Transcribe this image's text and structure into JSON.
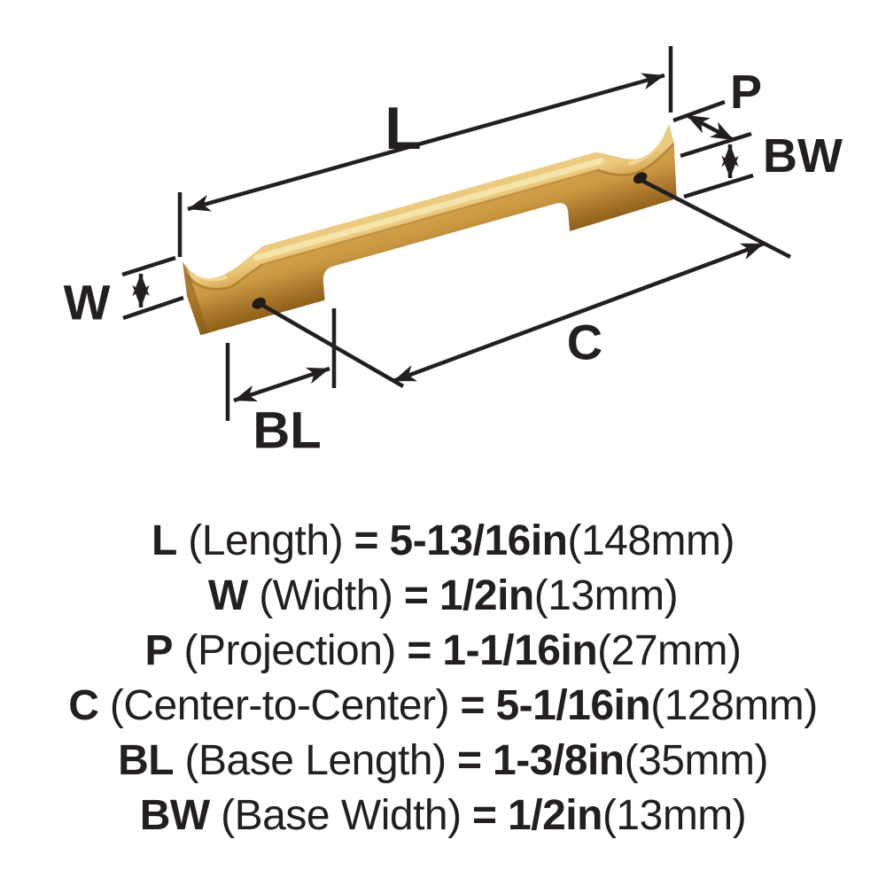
{
  "diagram": {
    "labels": {
      "length": "L",
      "projection": "P",
      "base_width": "BW",
      "width": "W",
      "center_to_center": "C",
      "base_length": "BL"
    }
  },
  "legend": {
    "rows": [
      {
        "code": "L",
        "name": "(Length)",
        "eq": "=",
        "inches": "5-13/16in",
        "mm": "(148mm)"
      },
      {
        "code": "W",
        "name": "(Width)",
        "eq": "=",
        "inches": "1/2in",
        "mm": "(13mm)"
      },
      {
        "code": "P",
        "name": "(Projection)",
        "eq": "=",
        "inches": "1-1/16in",
        "mm": "(27mm)"
      },
      {
        "code": "C",
        "name": "(Center-to-Center)",
        "eq": "=",
        "inches": "5-1/16in",
        "mm": "(128mm)"
      },
      {
        "code": "BL",
        "name": "(Base Length)",
        "eq": "=",
        "inches": "1-3/8in",
        "mm": "(35mm)"
      },
      {
        "code": "BW",
        "name": "(Base Width)",
        "eq": "=",
        "inches": "1/2in",
        "mm": "(13mm)"
      }
    ]
  },
  "colors": {
    "line": "#231f20",
    "text": "#231f20",
    "background": "#ffffff",
    "brass_highlight": "#f6e7ae",
    "brass_light": "#eccb81",
    "brass_top": "#d9a851",
    "brass_mid": "#cd9a45",
    "brass_deep": "#b07c28",
    "brass_shadow": "#8a5f1a",
    "hole": "#221a12"
  }
}
